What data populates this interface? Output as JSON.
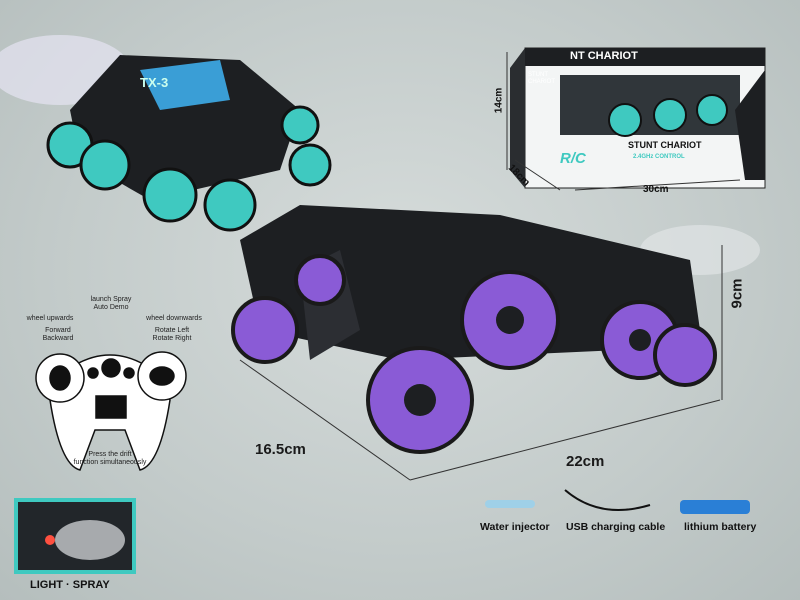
{
  "dimensions": {
    "length": "22cm",
    "width": "16.5cm",
    "height": "9cm"
  },
  "box": {
    "title_top": "NT CHARIOT",
    "brand_side": "STUNT CHARIOT",
    "title": "STUNT CHARIOT",
    "subtitle": "2.4GHz CONTROL",
    "logo": "R/C",
    "height": "14cm",
    "depth": "18cm",
    "width": "30cm"
  },
  "teal_car": {
    "label": "TX-3"
  },
  "remote": {
    "launch": "launch Spray",
    "auto_demo": "Auto Demo",
    "wheel_up": "wheel upwards",
    "wheel_down": "wheel downwards",
    "forward": "Forward",
    "backward": "Backward",
    "rotate_left": "Rotate Left",
    "rotate_right": "Rotate Right",
    "drift_1": "Press the drift",
    "drift_2": "function simultaneously"
  },
  "accessories": [
    {
      "label": "Water injector"
    },
    {
      "label": "USB charging cable"
    },
    {
      "label": "lithium battery"
    }
  ],
  "feature": {
    "label": "LIGHT · SPRAY"
  },
  "colors": {
    "purple": "#8a5bd6",
    "teal": "#3fc9c0",
    "dark": "#1d1f22",
    "battery": "#2a7fd6"
  }
}
